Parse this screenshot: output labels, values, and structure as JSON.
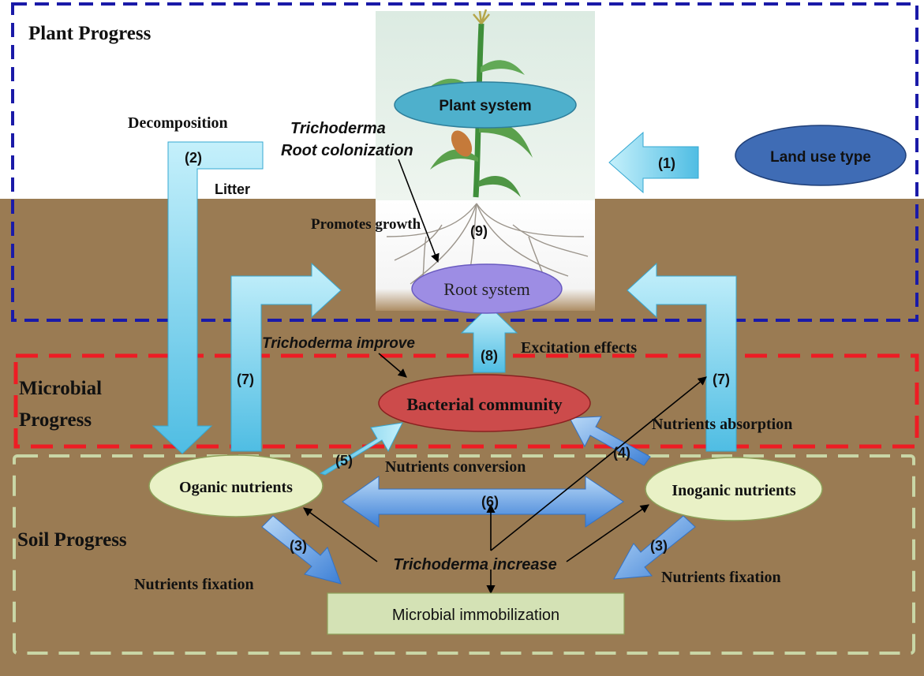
{
  "colors": {
    "soil": "#9a7b53",
    "plant_border": "#1a1aa8",
    "microbial_border": "#ee1c24",
    "soil_border": "#c9d6a6",
    "arrow_cyan_light": "#c5f0fb",
    "arrow_cyan": "#4fbde3",
    "arrow_blue_light": "#b9d9f7",
    "arrow_blue": "#3c7fd6",
    "plant_ellipse": "#4eb0cc",
    "land_ellipse": "#3f6cb5",
    "root_ellipse": "#9d8de4",
    "bacterial_ellipse": "#cc4b4b",
    "nutrient_ellipse": "#e9f1c6",
    "immobilization_box": "#d4e2b5"
  },
  "regions": {
    "plant": "Plant Progress",
    "microbial_line1": "Microbial",
    "microbial_line2": "Progress",
    "soil": "Soil Progress"
  },
  "nodes": {
    "plant_system": "Plant system",
    "land_use": "Land use type",
    "root_system": "Root system",
    "bacterial": "Bacterial community",
    "organic": "Oganic nutrients",
    "inorganic": "Inoganic nutrients",
    "immobilization": "Microbial immobilization"
  },
  "labels": {
    "decomposition": "Decomposition",
    "litter": "Litter",
    "trichoderma_line1": "Trichoderma",
    "trichoderma_line2": "Root colonization",
    "promotes_growth": "Promotes growth",
    "trichoderma_improve": "Trichoderma improve",
    "excitation": "Excitation effects",
    "nutrients_absorption": "Nutrients absorption",
    "nutrients_conversion": "Nutrients conversion",
    "trichoderma_increase": "Trichoderma increase",
    "fixation_left": "Nutrients fixation",
    "fixation_right": "Nutrients fixation"
  },
  "numbers": {
    "n1": "(1)",
    "n2": "(2)",
    "n3_left": "(3)",
    "n3_right": "(3)",
    "n4": "(4)",
    "n5": "(5)",
    "n6": "(6)",
    "n7_left": "(7)",
    "n7_right": "(7)",
    "n8": "(8)",
    "n9": "(9)"
  }
}
